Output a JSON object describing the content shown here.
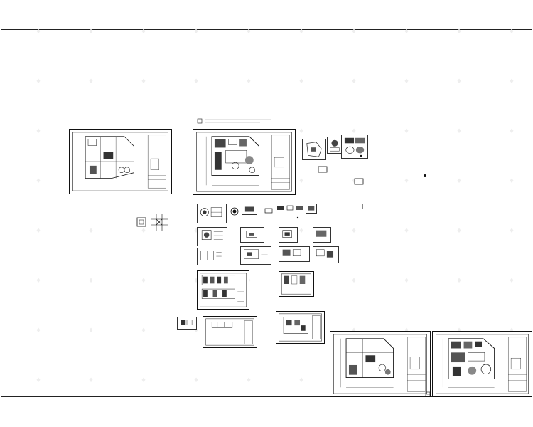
{
  "drawing": {
    "title": "",
    "background": "#ffffff",
    "line_color": "#111111"
  },
  "sheets": [
    {
      "id": "plan-sheet-1",
      "kind": "floor-plan"
    },
    {
      "id": "plan-sheet-2",
      "kind": "floor-plan"
    },
    {
      "id": "plan-sheet-3",
      "kind": "floor-plan"
    },
    {
      "id": "plan-sheet-4",
      "kind": "floor-plan"
    }
  ],
  "details": [
    {
      "id": "detail-a"
    },
    {
      "id": "detail-b"
    },
    {
      "id": "detail-c"
    },
    {
      "id": "detail-d"
    },
    {
      "id": "detail-e"
    },
    {
      "id": "detail-f"
    },
    {
      "id": "detail-g"
    },
    {
      "id": "detail-h"
    },
    {
      "id": "detail-i"
    },
    {
      "id": "detail-j"
    },
    {
      "id": "detail-k"
    },
    {
      "id": "detail-l"
    },
    {
      "id": "detail-m"
    },
    {
      "id": "detail-n"
    },
    {
      "id": "detail-o"
    },
    {
      "id": "detail-p"
    }
  ],
  "symbols": [
    "square-symbol",
    "grid-cross-symbol"
  ]
}
